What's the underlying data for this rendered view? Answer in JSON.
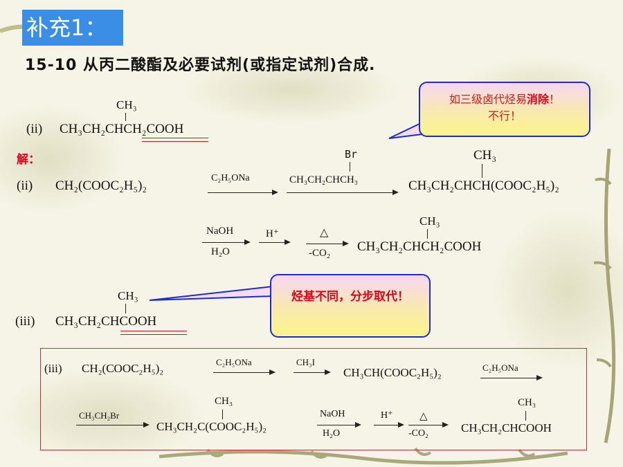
{
  "title": "补充1：",
  "heading": "15-10  从丙二酸酯及必要试剂(或指定试剂)合成.",
  "part_ii": {
    "label": "(ii)",
    "target_ch3": "CH₃",
    "target": "CH₃CH₂CHCH₂COOH"
  },
  "solution_label": "解：",
  "callout_1": {
    "line1_prefix": "如三级卤代烃易",
    "line1_emph": "消除",
    "line1_suffix": "！",
    "line2": "不行！"
  },
  "callout_2": {
    "text": "烃基不同，分步取代！"
  },
  "route_ii": {
    "label": "(ii)",
    "start": "CH₂(COOC₂H₅)₂",
    "r1": "C₂H₅ONa",
    "r2_top": "Br",
    "r2": "CH₃CH₂CHCH₃",
    "p1_ch3": "CH₃",
    "p1": "CH₃CH₂CHCH(COOC₂H₅)₂",
    "r3_top": "NaOH",
    "r3_bottom": "H₂O",
    "r4": "H⁺",
    "r5_top": "△",
    "r5_bottom": "-CO₂",
    "p2_ch3": "CH₃",
    "p2": "CH₃CH₂CHCH₂COOH"
  },
  "part_iii": {
    "label": "(iii)",
    "target_ch3": "CH₃",
    "target": "CH₃CH₂CHCOOH"
  },
  "route_iii": {
    "label": "(iii)",
    "start": "CH₂(COOC₂H₅)₂",
    "r1": "C₂H₅ONa",
    "r2": "CH₃I",
    "p1": "CH₃CH(COOC₂H₅)₂",
    "r3": "C₂H₅ONa",
    "r4": "CH₃CH₂Br",
    "p2_ch3": "CH₃",
    "p2": "CH₃CH₂C(COOC₂H₅)₂",
    "r5_top": "NaOH",
    "r5_bottom": "H₂O",
    "r6": "H⁺",
    "r7_top": "△",
    "r7_bottom": "-CO₂",
    "p3_ch3": "CH₃",
    "p3": "CH₃CH₂CHCOOH"
  }
}
